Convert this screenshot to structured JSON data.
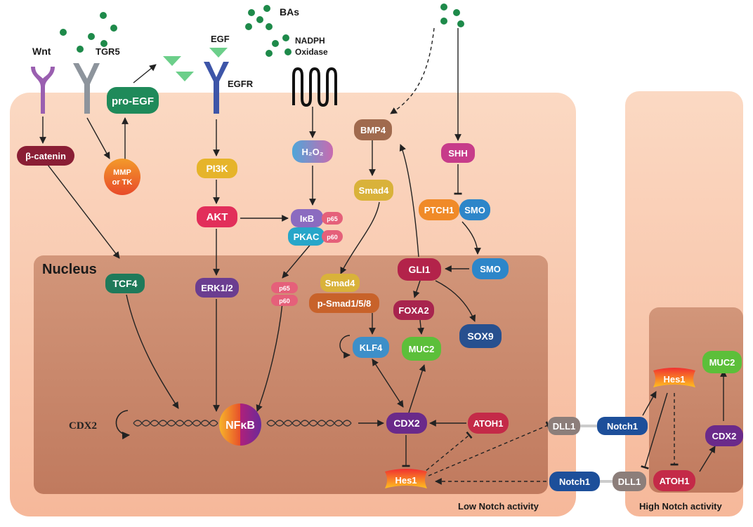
{
  "labels": {
    "wnt": "Wnt",
    "tgr5": "TGR5",
    "egf": "EGF",
    "egfr": "EGFR",
    "bas": "BAs",
    "nadph": "NADPH",
    "oxidase": "Oxidase",
    "nucleus": "Nucleus",
    "cdx2_gene": "CDX2",
    "low_notch": "Low Notch activity",
    "high_notch": "High Notch activity"
  },
  "nodes": {
    "pro_egf": "pro-EGF",
    "beta_catenin": "β-catenin",
    "mmp": "MMP",
    "or_tk": "or TK",
    "pi3k": "PI3K",
    "akt": "AKT",
    "h2o2": "H₂O₂",
    "ikb": "IκB",
    "p65": "p65",
    "pkac": "PKAC",
    "p60": "p60",
    "bmp4": "BMP4",
    "smad4": "Smad4",
    "shh": "SHH",
    "ptch1": "PTCH1",
    "smo": "SMO",
    "tcf4": "TCF4",
    "erk": "ERK1/2",
    "p65n": "p65",
    "p60n": "p60",
    "smad4n": "Smad4",
    "psmad": "p-Smad1/5/8",
    "gli1": "GLI1",
    "smon": "SMO",
    "foxa2": "FOXA2",
    "sox9": "SOX9",
    "klf4": "KLF4",
    "muc2": "MUC2",
    "nfkb": "NFκB",
    "cdx2": "CDX2",
    "atoh1": "ATOH1",
    "hes1": "Hes1",
    "dll1": "DLL1",
    "notch1": "Notch1",
    "notch1b": "Notch1",
    "dll1b": "DLL1",
    "hes1r": "Hes1",
    "muc2r": "MUC2",
    "cdx2r": "CDX2",
    "atoh1r": "ATOH1"
  },
  "colors": {
    "cell": "#f8c8ac",
    "nucleus": "#c9876c",
    "green_dot": "#1e8a4a",
    "wnt_receptor": "#9a5fb0",
    "tgr5_receptor": "#8d949c",
    "egfr_receptor": "#3d55a8",
    "pro_egf": "#1f8a5a",
    "beta_catenin": "#8a1e35",
    "pi3k": "#e6b42a",
    "akt": "#e22e5a",
    "pkac": "#27a6c9",
    "bmp4": "#a06a4e",
    "smad4": "#d9b23a",
    "shh": "#c73c8a",
    "ptch1": "#f08a28",
    "smo": "#2d86c9",
    "tcf4": "#1f7a5a",
    "erk": "#6b3d90",
    "gli1": "#b3234a",
    "foxa2": "#a8244e",
    "sox9": "#27508f",
    "klf4": "#3d8fc9",
    "muc2": "#5cbf3a",
    "cdx2": "#6a2a8a",
    "atoh1": "#c42a48",
    "hes1": "#f5a020",
    "dll1": "#8c7e7a",
    "notch1": "#1d4f9a"
  }
}
